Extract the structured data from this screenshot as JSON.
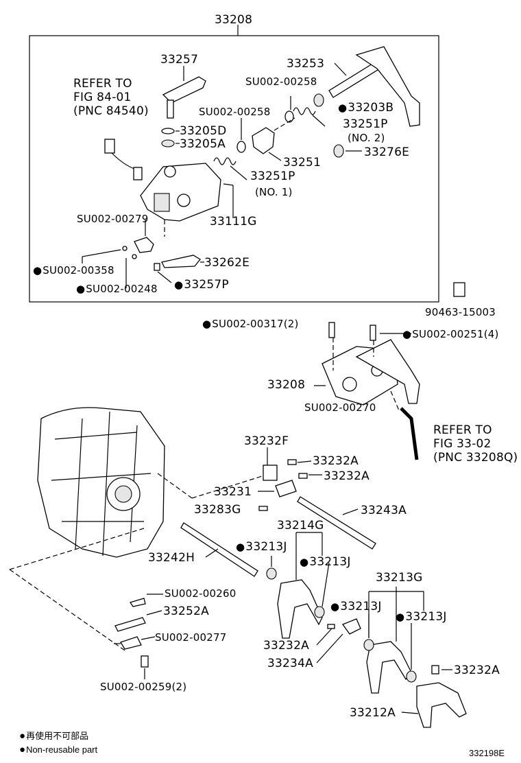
{
  "labels": {
    "top_assy": "33208",
    "p33257": "33257",
    "p33253": "33253",
    "refer84_1": "REFER TO",
    "refer84_2": "FIG 84-01",
    "refer84_3": "(PNC 84540)",
    "su258a": "SU002-00258",
    "p33203B": "33203B",
    "su258b": "SU002-00258",
    "p33251P_2": "33251P",
    "no2": "(NO. 2)",
    "p33205D": "33205D",
    "p33205A": "33205A",
    "p33276E": "33276E",
    "p33251": "33251",
    "p33251P_1": "33251P",
    "no1": "(NO. 1)",
    "su279": "SU002-00279",
    "p33111G": "33111G",
    "su358": "SU002-00358",
    "p33262E": "33262E",
    "su248": "SU002-00248",
    "p33257P": "33257P",
    "p90463": "90463-15003",
    "su317": "SU002-00317(2)",
    "su251": "SU002-00251(4)",
    "p33208b": "33208",
    "su270": "SU002-00270",
    "refer33_1": "REFER TO",
    "refer33_2": "FIG 33-02",
    "refer33_3": "(PNC 33208Q)",
    "p33232F": "33232F",
    "p33232A_1": "33232A",
    "p33232A_2": "33232A",
    "p33231": "33231",
    "p33283G": "33283G",
    "p33243A": "33243A",
    "p33214G": "33214G",
    "p33213J_1": "33213J",
    "p33213J_2": "33213J",
    "p33242H": "33242H",
    "p33213G": "33213G",
    "su260": "SU002-00260",
    "p33213J_3": "33213J",
    "p33213J_4": "33213J",
    "p33252A": "33252A",
    "su277": "SU002-00277",
    "p33232A_3": "33232A",
    "p33234A": "33234A",
    "p33232A_4": "33232A",
    "su259": "SU002-00259(2)",
    "p33212A": "33212A"
  },
  "legend": {
    "line1": "再使用不可部品",
    "line2": "Non-reusable part"
  },
  "figure_code": "332198E"
}
